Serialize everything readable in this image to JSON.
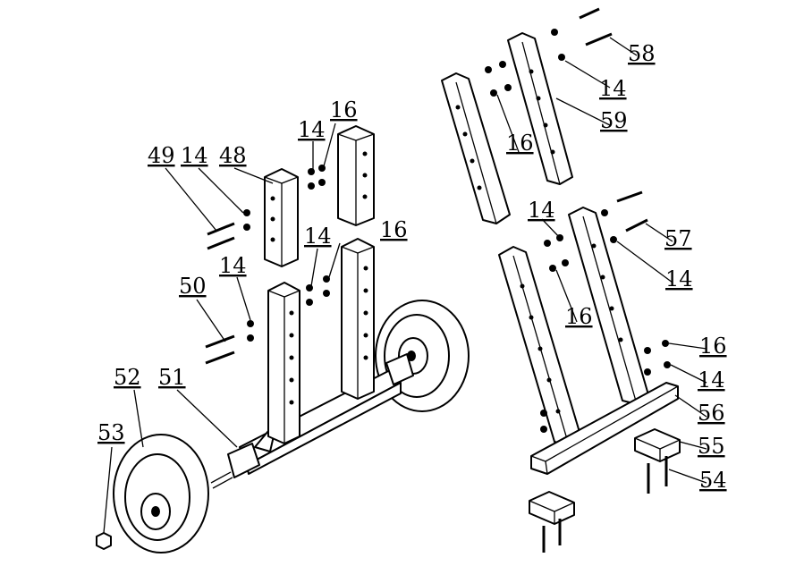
{
  "figure": {
    "labels": [
      "49",
      "14",
      "48",
      "14",
      "16",
      "16",
      "14",
      "14",
      "50",
      "52",
      "51",
      "53",
      "58",
      "14",
      "59",
      "16",
      "14",
      "57",
      "14",
      "16",
      "16",
      "14",
      "56",
      "55",
      "54"
    ]
  },
  "colors": {
    "ink": "#000000",
    "paper": "#ffffff"
  }
}
